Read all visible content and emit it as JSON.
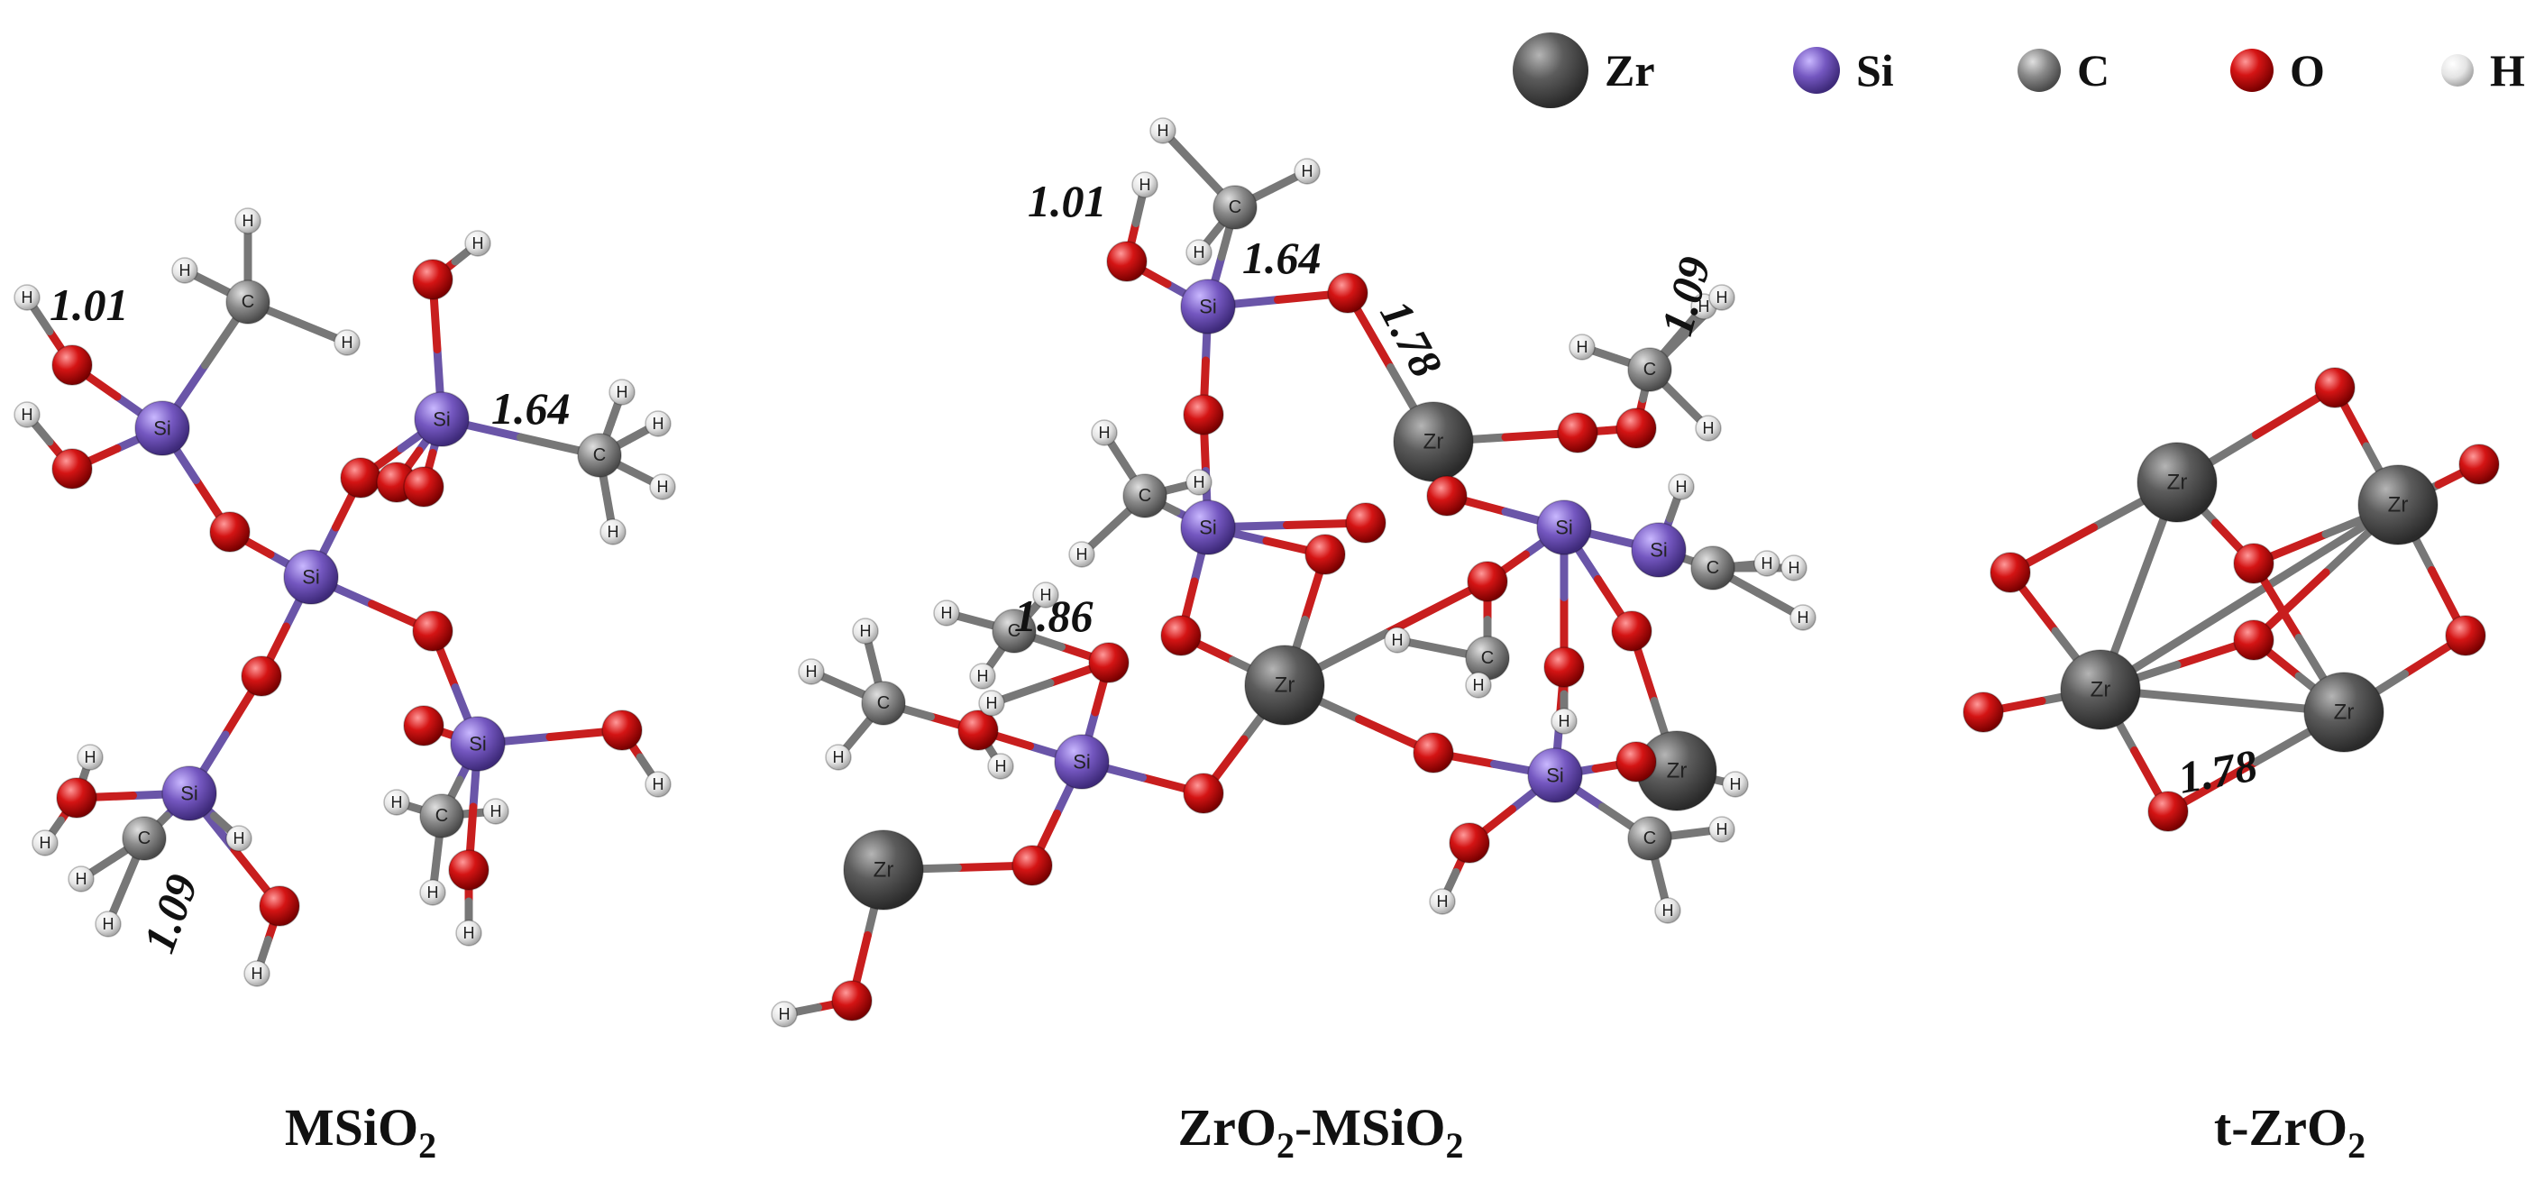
{
  "legend": [
    {
      "symbol": "Zr",
      "element": "zr"
    },
    {
      "symbol": "Si",
      "element": "si"
    },
    {
      "symbol": "C",
      "element": "c"
    },
    {
      "symbol": "O",
      "element": "o"
    },
    {
      "symbol": "H",
      "element": "h"
    }
  ],
  "colors": {
    "zr": "#5a5a5a",
    "si": "#7b63b8",
    "c": "#808080",
    "o": "#d01010",
    "h": "#e8e8e8",
    "bond_o": "#c81e1e"
  },
  "panels": [
    {
      "id": "msio2",
      "caption": {
        "main": "MSiO",
        "sub": "2",
        "rest": ""
      },
      "distances": [
        "1.01",
        "1.64",
        "1.09"
      ]
    },
    {
      "id": "zro2-msio2",
      "caption": {
        "main": "ZrO",
        "sub": "2",
        "rest": "-MSiO",
        "sub2": "2"
      },
      "distances": [
        "1.01",
        "1.64",
        "1.78",
        "1.09",
        "1.86"
      ]
    },
    {
      "id": "t-zro2",
      "caption": {
        "main": "t-ZrO",
        "sub": "2",
        "rest": ""
      },
      "distances": [
        "1.78"
      ]
    }
  ]
}
